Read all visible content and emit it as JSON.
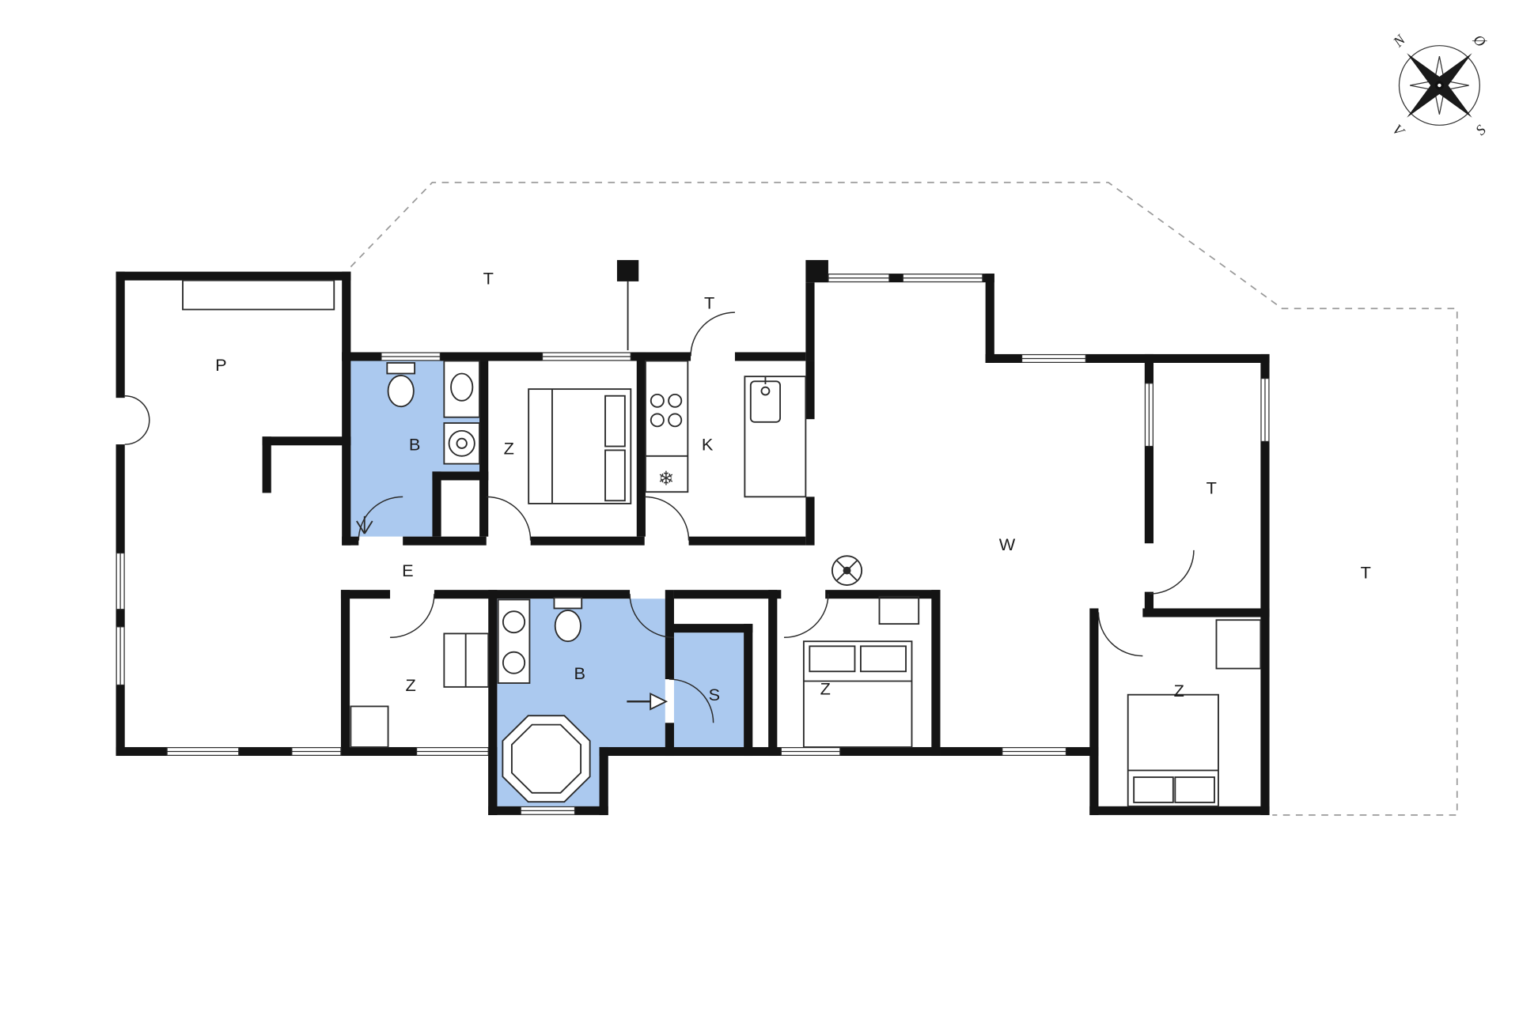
{
  "labels": {
    "p": "P",
    "terrace_top": "T",
    "terrace_porch": "T",
    "terrace_right": "T",
    "terrace_far_right": "T",
    "bath_top": "B",
    "bedroom_top": "Z",
    "kitchen": "K",
    "living": "W",
    "hall": "E",
    "bedroom_left": "Z",
    "bath_bottom": "B",
    "sauna": "S",
    "bedroom_mid": "Z",
    "bedroom_right": "Z",
    "fridge_snowflake": "❄"
  },
  "compass": {
    "north": "N",
    "east": "Ø",
    "south": "S",
    "west": "V"
  },
  "colors": {
    "wall": "#141414",
    "bath_fill": "#abc9ef",
    "line": "#2b2b2b",
    "boundary_dash": "#9a9a9a",
    "background": "#ffffff",
    "label_text": "#1c1c1c"
  }
}
